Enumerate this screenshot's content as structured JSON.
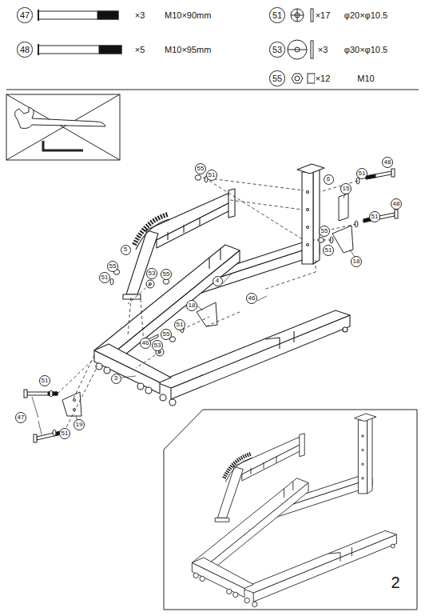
{
  "diagram": {
    "nodes": [
      {
        "text": [
          "47"
        ]
      },
      {
        "text": [
          "51"
        ]
      },
      {
        "text": [
          "48"
        ]
      },
      {
        "text": [
          "53"
        ]
      },
      {
        "text": [
          "55"
        ]
      },
      {
        "text": [
          "48"
        ]
      },
      {
        "text": [
          "55"
        ]
      },
      {
        "text": [
          "51"
        ]
      },
      {
        "text": [
          "51"
        ]
      },
      {
        "text": [
          "6"
        ]
      },
      {
        "text": [
          "15"
        ]
      },
      {
        "text": [
          "48"
        ]
      },
      {
        "text": [
          "51"
        ]
      },
      {
        "text": [
          "55"
        ]
      },
      {
        "text": [
          "5"
        ]
      },
      {
        "text": [
          "51"
        ]
      },
      {
        "text": [
          "18"
        ]
      },
      {
        "text": [
          "55"
        ]
      },
      {
        "text": [
          "53"
        ]
      },
      {
        "text": [
          "55"
        ]
      },
      {
        "text": [
          "51"
        ]
      },
      {
        "text": [
          "4"
        ]
      },
      {
        "text": [
          "46"
        ]
      },
      {
        "text": [
          "18"
        ]
      },
      {
        "text": [
          "51"
        ]
      },
      {
        "text": [
          "55"
        ]
      },
      {
        "text": [
          "46"
        ]
      },
      {
        "text": [
          "53"
        ]
      },
      {
        "text": [
          "3"
        ]
      },
      {
        "text": [
          "51"
        ]
      },
      {
        "text": [
          "47"
        ]
      },
      {
        "text": [
          "19"
        ]
      },
      {
        "text": [
          "51"
        ]
      }
    ],
    "labels": [
      "×3",
      "M10×90mm",
      "×17",
      "φ20×φ10.5",
      "×5",
      "M10×95mm",
      "×3",
      "φ30×φ10.5",
      "×12",
      "M10",
      "2"
    ]
  }
}
